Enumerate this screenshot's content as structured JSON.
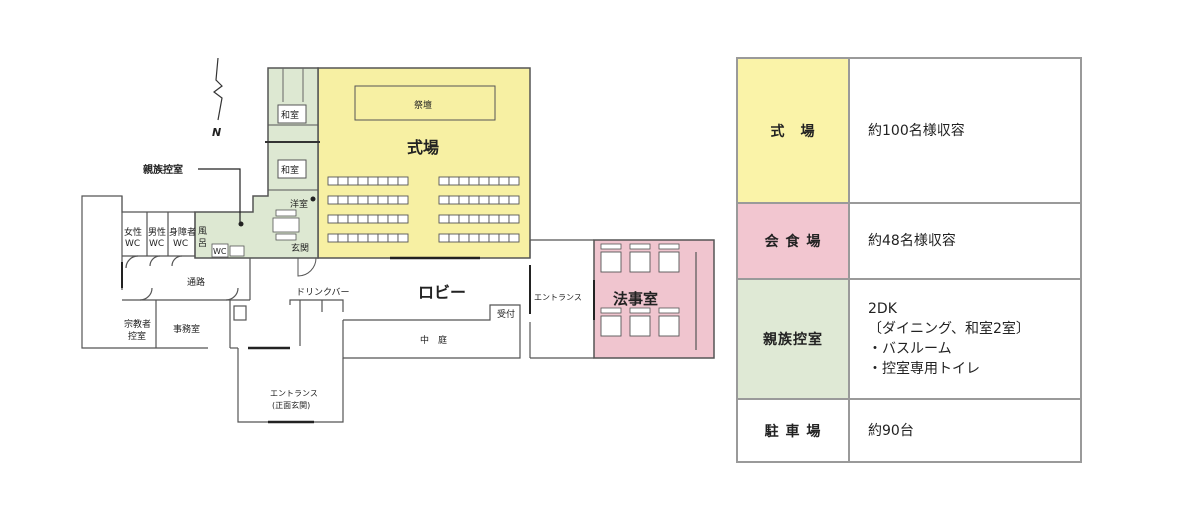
{
  "map": {
    "north_label": "N",
    "rooms": {
      "saidan": "祭壇",
      "shikijo": "式場",
      "washitsu_1": "和室",
      "washitsu_2": "和室",
      "shinzoku_hikaeshitsu": "親族控室",
      "yoshitsu": "洋室",
      "genkan": "玄関",
      "josei_wc_1": "女性",
      "josei_wc_2": "WC",
      "dansei_wc_1": "男性",
      "dansei_wc_2": "WC",
      "shinshosha_wc_1": "身障者",
      "shinshosha_wc_2": "WC",
      "furo_1": "風",
      "furo_2": "呂",
      "wc_small": "WC",
      "tsuro": "通路",
      "drink_bar": "ドリンクバー",
      "lobby": "ロビー",
      "entrance_east": "エントランス",
      "hojishitsu": "法事室",
      "uketsuke": "受付",
      "nakaniwa": "中　庭",
      "shukyosha_1": "宗教者",
      "shukyosha_2": "控室",
      "jimushitsu": "事務室",
      "entrance_main_1": "エントランス",
      "entrance_main_2": "(正面玄関)"
    },
    "colors": {
      "shikijo": "#f7f0a3",
      "hojishitsu": "#f0c5cf",
      "shinzoku": "#dde8d2",
      "walls": "#444444"
    }
  },
  "legend": {
    "rows": [
      {
        "name": "式　場",
        "color": "#faf3a8",
        "lines": [
          "約100名様収容"
        ]
      },
      {
        "name": "会 食 場",
        "color": "#f2c6d0",
        "lines": [
          "約48名様収容"
        ]
      },
      {
        "name": "親族控室",
        "color": "#dfe9d5",
        "lines": [
          "2DK",
          "〔ダイニング、和室2室〕",
          "・バスルーム",
          "・控室専用トイレ"
        ]
      },
      {
        "name": "駐 車 場",
        "color": "#ffffff",
        "lines": [
          "約90台"
        ]
      }
    ]
  }
}
